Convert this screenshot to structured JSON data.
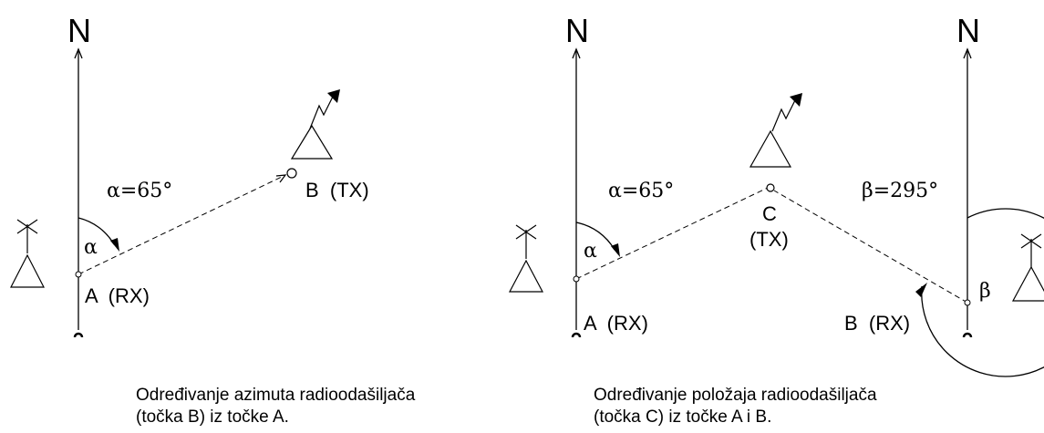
{
  "left_diagram": {
    "north": "N",
    "angle_value": "α=65°",
    "angle_symbol": "α",
    "receiver_label": "A  (RX)",
    "transmitter_label": "B  (TX)",
    "caption_line1": "Određivanje azimuta radioodašiljača",
    "caption_line2": "(točka B) iz točke A."
  },
  "right_diagram": {
    "north_a": "N",
    "north_b": "N",
    "alpha_value": "α=65°",
    "beta_value": "β=295°",
    "alpha_symbol": "α",
    "beta_symbol": "β",
    "receiver_a_label": "A  (RX)",
    "receiver_b_label": "B  (RX)",
    "transmitter_letter": "C",
    "transmitter_tag": "(TX)",
    "caption_line1": "Određivanje položaja radioodašiljača",
    "caption_line2": "(točka C) iz točke A i B."
  }
}
